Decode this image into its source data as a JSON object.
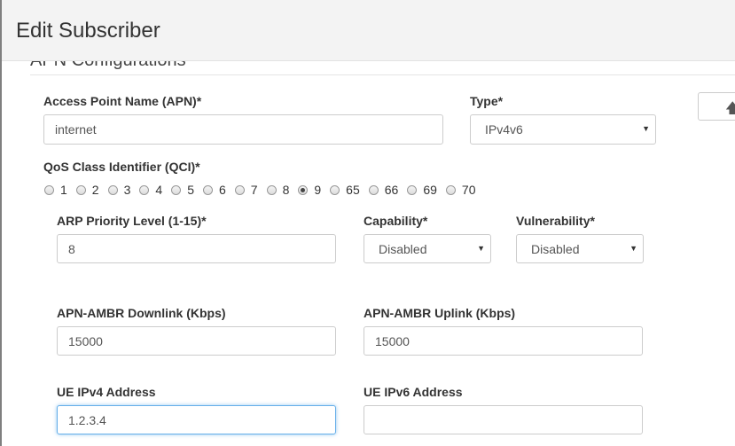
{
  "modal": {
    "title": "Edit Subscriber"
  },
  "section": {
    "title": "APN Configurations"
  },
  "apn": {
    "label": "Access Point Name (APN)*",
    "value": "internet"
  },
  "type": {
    "label": "Type*",
    "selected": "IPv4v6"
  },
  "qci": {
    "label": "QoS Class Identifier (QCI)*",
    "options": [
      "1",
      "2",
      "3",
      "4",
      "5",
      "6",
      "7",
      "8",
      "9",
      "65",
      "66",
      "69",
      "70"
    ],
    "selected": "9"
  },
  "arp": {
    "label": "ARP Priority Level (1-15)*",
    "value": "8"
  },
  "capability": {
    "label": "Capability*",
    "selected": "Disabled"
  },
  "vulnerability": {
    "label": "Vulnerability*",
    "selected": "Disabled"
  },
  "ambr_downlink": {
    "label": "APN-AMBR Downlink (Kbps)",
    "value": "15000"
  },
  "ambr_uplink": {
    "label": "APN-AMBR Uplink (Kbps)",
    "value": "15000"
  },
  "ue_ipv4": {
    "label": "UE IPv4 Address",
    "value": "1.2.3.4"
  },
  "ue_ipv6": {
    "label": "UE IPv6 Address",
    "value": ""
  },
  "icons": {
    "side_button": "arrow-up-icon"
  }
}
